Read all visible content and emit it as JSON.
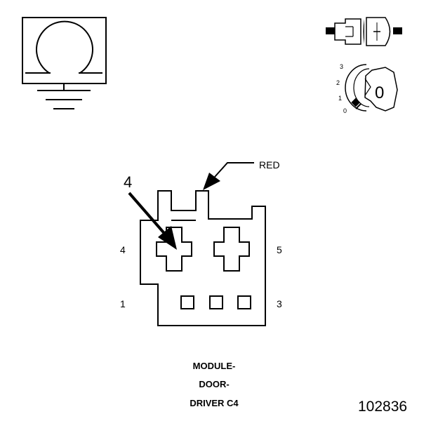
{
  "title_lines": [
    "MODULE-",
    "DOOR-",
    "DRIVER C4"
  ],
  "figure_number": "102836",
  "wire_label": "RED",
  "callout": "4",
  "pins": {
    "p4": "4",
    "p5": "5",
    "p1": "1",
    "p3": "3"
  },
  "key_positions": [
    "3",
    "2",
    "1",
    "0"
  ],
  "key_symbol": "0",
  "icons": {
    "connector_face": "ground-omega-connector-icon",
    "inline_connector": "inline-connector-icon",
    "ignition_key": "ignition-key-icon"
  }
}
